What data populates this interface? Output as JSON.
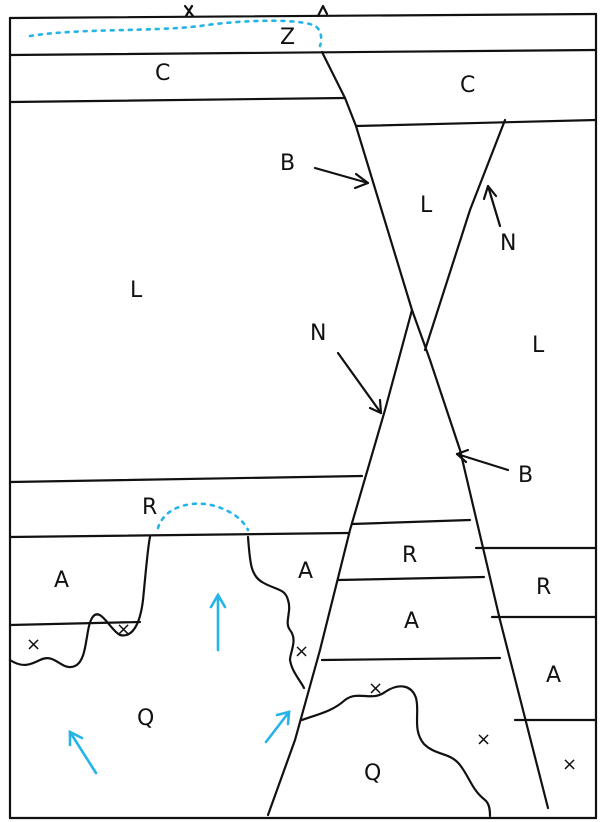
{
  "diagram": {
    "units": {
      "Z": "Z",
      "C": "C",
      "L": "L",
      "R": "R",
      "A": "A",
      "Q": "Q"
    },
    "faults": {
      "B": "B",
      "N": "N"
    },
    "intrusion_mark": "×",
    "colors": {
      "line": "#111111",
      "annotation": "#25b4e8"
    }
  }
}
